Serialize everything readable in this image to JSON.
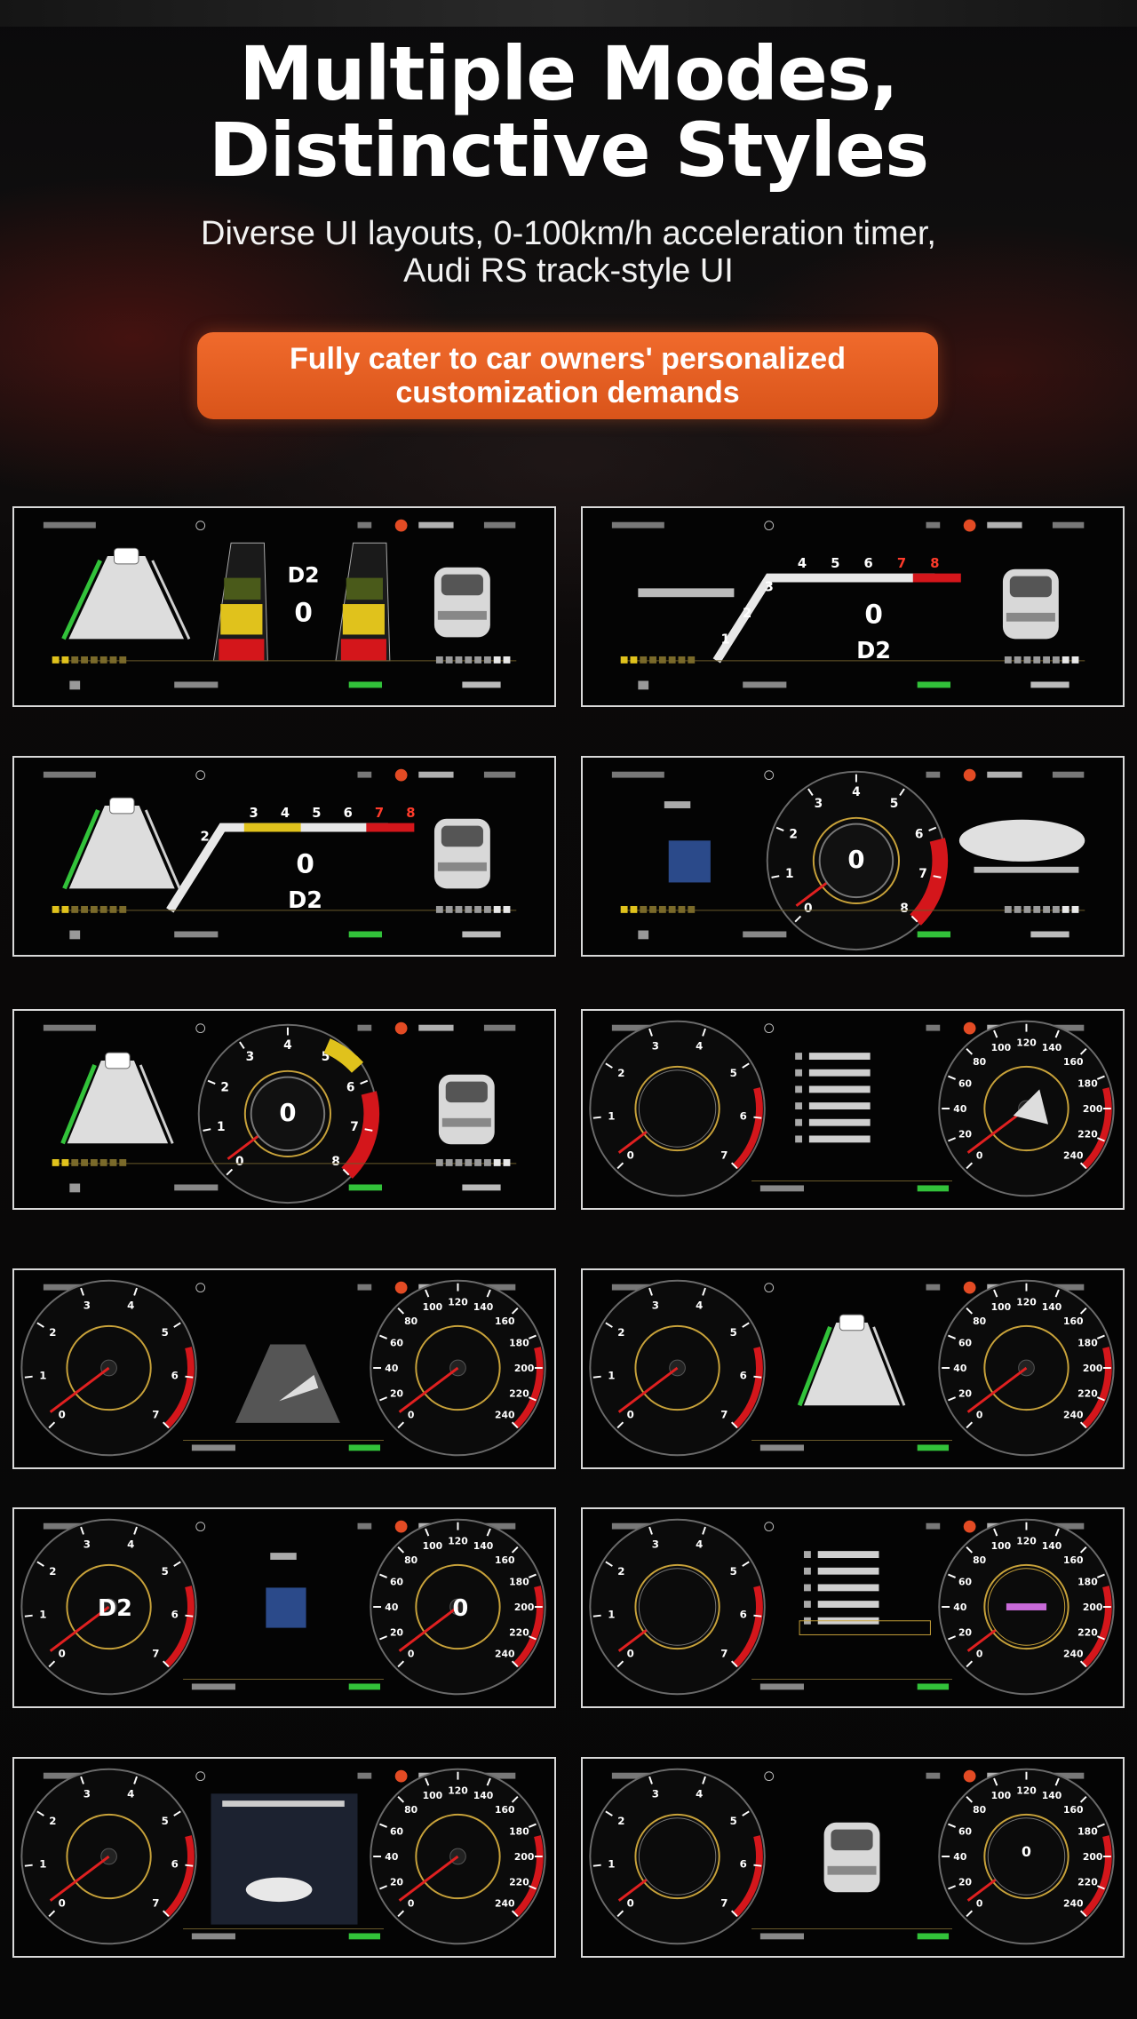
{
  "header": {
    "title_line1": "Multiple Modes,",
    "title_line2": "Distinctive Styles",
    "subtitle_line1": "Diverse UI layouts, 0-100km/h acceleration timer,",
    "subtitle_line2": "Audi RS track-style UI",
    "banner_line1": "Fully cater to car owners' personalized",
    "banner_line2": "customization demands"
  },
  "colors": {
    "accent": "#e25a20",
    "gauge_red": "#d4161b",
    "gauge_yellow": "#e0c21c",
    "gauge_green": "#32c23a",
    "panel_border": "#d9d9d9",
    "gold_ring": "#c8a23a"
  },
  "panels": [
    {
      "id": "p1",
      "layout": "bars-lane",
      "gear": "D2",
      "speed": "0"
    },
    {
      "id": "p2",
      "layout": "tach-line",
      "gear": "D2",
      "speed": "0",
      "rpm_ticks": [
        "1",
        "2",
        "3",
        "4",
        "5",
        "6",
        "7",
        "8"
      ]
    },
    {
      "id": "p3",
      "layout": "tach-line-lane",
      "gear": "D2",
      "speed": "0",
      "rpm_ticks": [
        "2",
        "3",
        "4",
        "5",
        "6",
        "7",
        "8"
      ]
    },
    {
      "id": "p4",
      "layout": "round-tach-car",
      "speed": "0",
      "rpm_ticks": [
        "0",
        "1",
        "2",
        "3",
        "4",
        "5",
        "6",
        "7",
        "8"
      ]
    },
    {
      "id": "p5",
      "layout": "round-tach-lane",
      "speed": "0",
      "rpm_ticks": [
        "0",
        "1",
        "2",
        "3",
        "4",
        "5",
        "6",
        "7",
        "8"
      ]
    },
    {
      "id": "p6",
      "layout": "dual-menu",
      "left_ticks": [
        "0",
        "1",
        "2",
        "3",
        "4",
        "5",
        "6",
        "7"
      ],
      "right_ticks": [
        "0",
        "20",
        "40",
        "60",
        "80",
        "100",
        "120",
        "140",
        "160",
        "180",
        "200",
        "220",
        "240"
      ]
    },
    {
      "id": "p7",
      "layout": "dual-road",
      "left_ticks": [
        "0",
        "1",
        "2",
        "3",
        "4",
        "5",
        "6",
        "7"
      ],
      "right_ticks": [
        "0",
        "20",
        "40",
        "60",
        "80",
        "100",
        "120",
        "140",
        "160",
        "180",
        "200",
        "220",
        "240"
      ]
    },
    {
      "id": "p8",
      "layout": "dual-lane",
      "left_ticks": [
        "0",
        "1",
        "2",
        "3",
        "4",
        "5",
        "6",
        "7"
      ],
      "right_ticks": [
        "0",
        "20",
        "40",
        "60",
        "80",
        "100",
        "120",
        "140",
        "160",
        "180",
        "200",
        "220",
        "240"
      ]
    },
    {
      "id": "p9",
      "layout": "dual-media",
      "gear": "D2",
      "speed": "0",
      "left_ticks": [
        "0",
        "1",
        "2",
        "3",
        "4",
        "5",
        "6",
        "7"
      ],
      "right_ticks": [
        "0",
        "20",
        "40",
        "60",
        "80",
        "100",
        "120",
        "140",
        "160",
        "180",
        "200",
        "220",
        "240"
      ]
    },
    {
      "id": "p10",
      "layout": "dual-menu2",
      "left_ticks": [
        "0",
        "1",
        "2",
        "3",
        "4",
        "5",
        "6",
        "7"
      ],
      "right_ticks": [
        "0",
        "20",
        "40",
        "60",
        "80",
        "100",
        "120",
        "140",
        "160",
        "180",
        "200",
        "220",
        "240"
      ]
    },
    {
      "id": "p11",
      "layout": "dual-camera",
      "left_ticks": [
        "0",
        "1",
        "2",
        "3",
        "4",
        "5",
        "6",
        "7"
      ],
      "right_ticks": [
        "0",
        "20",
        "40",
        "60",
        "80",
        "100",
        "120",
        "140",
        "160",
        "180",
        "200",
        "220",
        "240"
      ]
    },
    {
      "id": "p12",
      "layout": "dual-car",
      "speed": "0",
      "left_ticks": [
        "0",
        "1",
        "2",
        "3",
        "4",
        "5",
        "6",
        "7"
      ],
      "right_ticks": [
        "0",
        "20",
        "40",
        "60",
        "80",
        "100",
        "120",
        "140",
        "160",
        "180",
        "200",
        "220",
        "240"
      ]
    }
  ]
}
